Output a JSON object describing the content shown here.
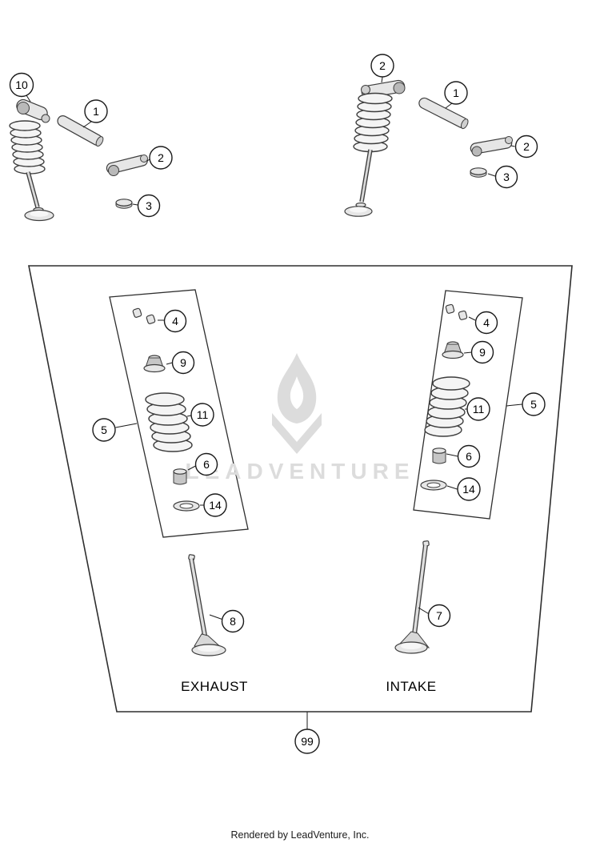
{
  "diagram": {
    "watermark_text": "LEADVENTURE",
    "footer_text": "Rendered by LeadVenture, Inc.",
    "section_labels": {
      "exhaust": "EXHAUST",
      "intake": "INTAKE"
    }
  },
  "callouts": {
    "spring_assembly_left": "10",
    "pin_left": "1",
    "rocker_left": "2",
    "shim_left": "3",
    "rocker_assembly_right": "2",
    "pin_right": "1",
    "rocker_right": "2",
    "shim_right": "3",
    "exh_cotters": "4",
    "exh_retainer": "9",
    "exh_spring": "11",
    "exh_seal": "6",
    "exh_seat": "14",
    "exh_kit": "5",
    "int_cotters": "4",
    "int_retainer": "9",
    "int_spring": "11",
    "int_seal": "6",
    "int_seat": "14",
    "int_kit": "5",
    "exhaust_valve": "8",
    "intake_valve": "7",
    "valve_kit": "99"
  }
}
